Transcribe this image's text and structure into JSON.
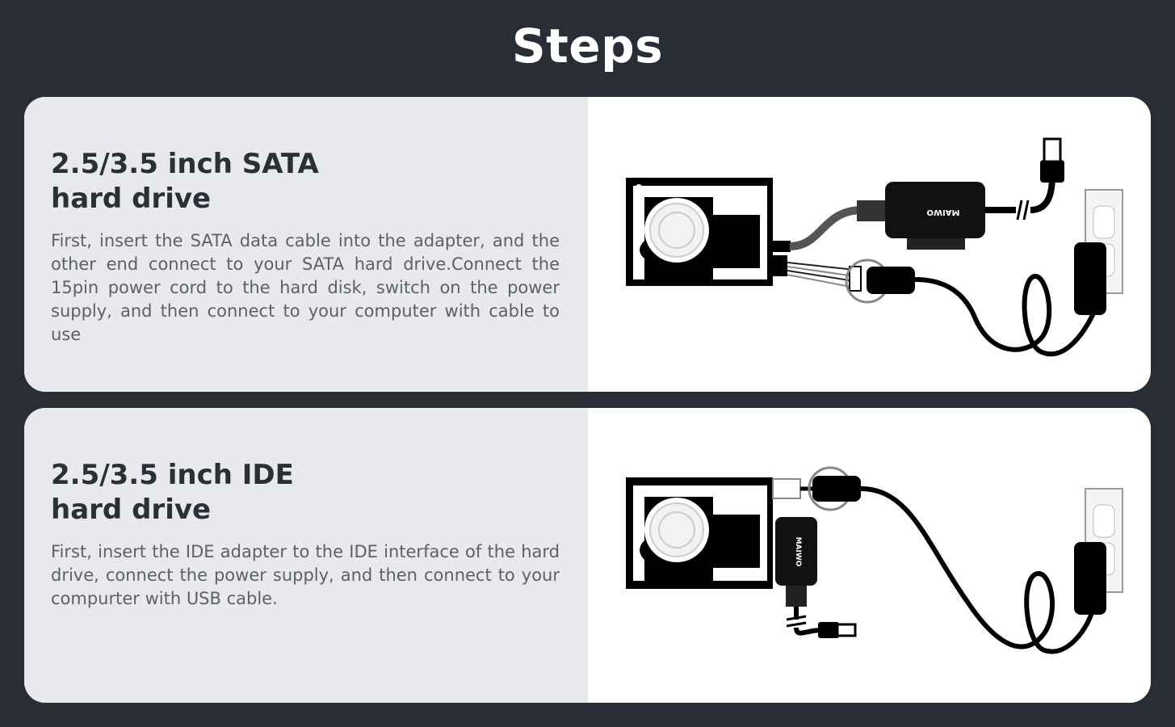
{
  "page": {
    "title": "Steps"
  },
  "cards": [
    {
      "title": "2.5/3.5 inch SATA\nhard drive",
      "description": "First, insert the SATA data cable into the adapter, and the other end connect to your SATA hard drive.Connect the 15pin power cord to the hard disk, switch on the power supply, and then connect to your computer with cable to use",
      "illustration": {
        "adapter_brand": "MAIWO"
      }
    },
    {
      "title": "2.5/3.5 inch IDE\nhard drive",
      "description": "First, insert the IDE adapter to the IDE interface of the hard drive, connect the power supply, and then connect to your compurter with USB cable.",
      "illustration": {
        "adapter_brand": "MAIWO"
      }
    }
  ],
  "colors": {
    "background": "#292d36",
    "card_text_panel": "#e8e9ed",
    "card_image_panel": "#ffffff",
    "title": "#ffffff",
    "heading": "#2b2f38",
    "body": "#5d6068"
  }
}
